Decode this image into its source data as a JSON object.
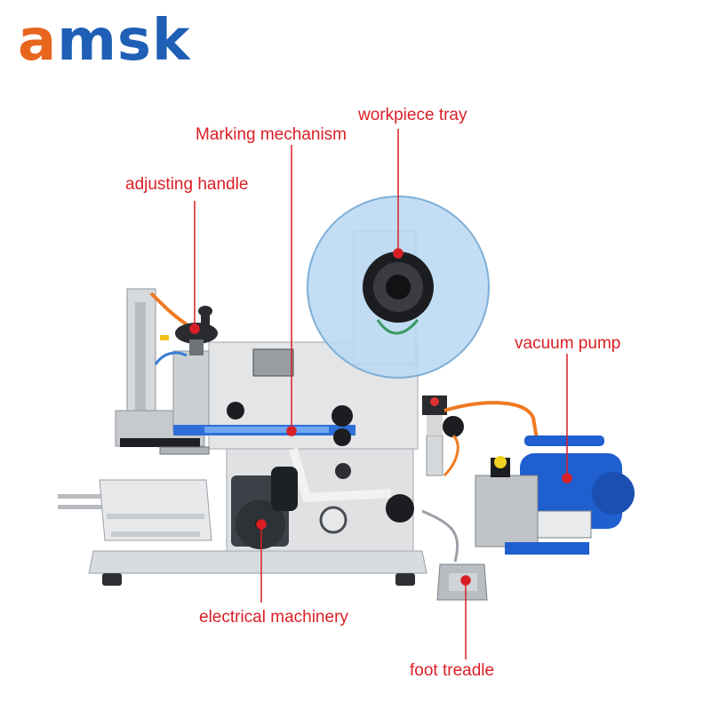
{
  "brand": {
    "logo_first": "a",
    "logo_rest": "msk"
  },
  "colors": {
    "logo_orange": "#e8651d",
    "logo_blue": "#1f5fb5",
    "label_red": "#d91f26",
    "pump_blue": "#1f5fcf",
    "reel_blue": "#b9d8f2"
  },
  "labels": {
    "workpiece_tray": "workpiece tray",
    "marking_mechanism": "Marking mechanism",
    "adjusting_handle": "adjusting handle",
    "vacuum_pump": "vacuum pump",
    "electrical_machinery": "electrical machinery",
    "foot_treadle": "foot treadle"
  }
}
